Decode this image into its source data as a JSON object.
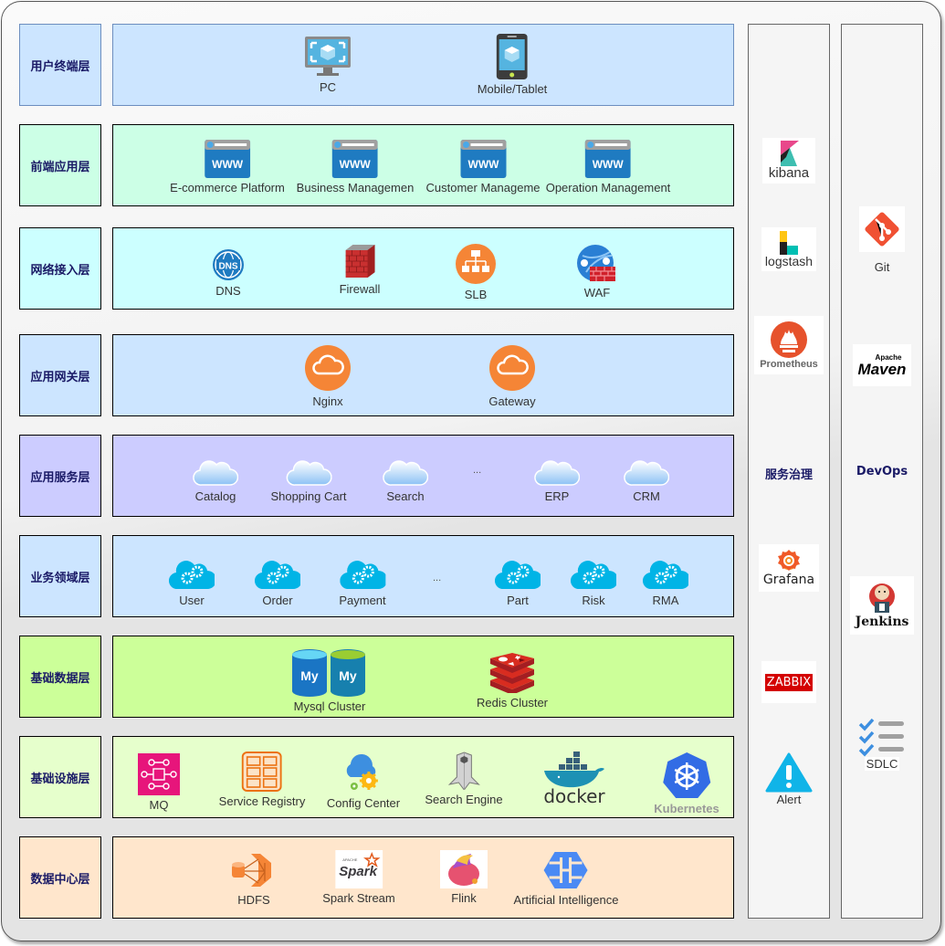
{
  "layers": [
    {
      "name": "用户终端层",
      "fill": "#cce5ff",
      "border": "#6c8ebf",
      "items": [
        {
          "label": "PC",
          "icon": "monitor-icon"
        },
        {
          "label": "Mobile/Tablet",
          "icon": "tablet-icon"
        }
      ]
    },
    {
      "name": "前端应用层",
      "fill": "#ccffe6",
      "border": "#000000",
      "items": [
        {
          "label": "E-commerce Platform",
          "icon": "www-browser-icon"
        },
        {
          "label": "Business Managemen",
          "icon": "www-browser-icon"
        },
        {
          "label": "Customer Manageme",
          "icon": "www-browser-icon"
        },
        {
          "label": "Operation Management",
          "icon": "www-browser-icon"
        }
      ]
    },
    {
      "name": "网络接入层",
      "fill": "#ccffff",
      "border": "#000000",
      "items": [
        {
          "label": "DNS",
          "icon": "dns-globe-icon"
        },
        {
          "label": "Firewall",
          "icon": "firewall-icon"
        },
        {
          "label": "SLB",
          "icon": "load-balancer-icon"
        },
        {
          "label": "WAF",
          "icon": "waf-icon"
        }
      ]
    },
    {
      "name": "应用网关层",
      "fill": "#cce5ff",
      "border": "#000000",
      "items": [
        {
          "label": "Nginx",
          "icon": "orange-cloud-icon"
        },
        {
          "label": "Gateway",
          "icon": "orange-cloud-icon"
        }
      ]
    },
    {
      "name": "应用服务层",
      "fill": "#ccccff",
      "border": "#000000",
      "ellipsis": "...",
      "items": [
        {
          "label": "Catalog",
          "icon": "cloud-icon"
        },
        {
          "label": "Shopping Cart",
          "icon": "cloud-icon"
        },
        {
          "label": "Search",
          "icon": "cloud-icon"
        },
        {
          "label": "ERP",
          "icon": "cloud-icon"
        },
        {
          "label": "CRM",
          "icon": "cloud-icon"
        }
      ]
    },
    {
      "name": "业务领域层",
      "fill": "#cce5ff",
      "border": "#000000",
      "ellipsis": "...",
      "items": [
        {
          "label": "User",
          "icon": "cloud-gear-icon"
        },
        {
          "label": "Order",
          "icon": "cloud-gear-icon"
        },
        {
          "label": "Payment",
          "icon": "cloud-gear-icon"
        },
        {
          "label": "Part",
          "icon": "cloud-gear-icon"
        },
        {
          "label": "Risk",
          "icon": "cloud-gear-icon"
        },
        {
          "label": "RMA",
          "icon": "cloud-gear-icon"
        }
      ]
    },
    {
      "name": "基础数据层",
      "fill": "#ccff99",
      "border": "#000000",
      "items": [
        {
          "label": "Mysql Cluster",
          "icon": "mysql-icon"
        },
        {
          "label": "Redis Cluster",
          "icon": "redis-icon"
        }
      ]
    },
    {
      "name": "基础设施层",
      "fill": "#e6ffcc",
      "border": "#000000",
      "items": [
        {
          "label": "MQ",
          "icon": "message-queue-icon"
        },
        {
          "label": "Service Registry",
          "icon": "registry-icon"
        },
        {
          "label": "Config Center",
          "icon": "config-cloud-icon"
        },
        {
          "label": "Search Engine",
          "icon": "search-engine-icon"
        },
        {
          "label": "docker",
          "icon": "docker-icon"
        },
        {
          "label": "Kubernetes",
          "icon": "kubernetes-icon"
        }
      ]
    },
    {
      "name": "数据中心层",
      "fill": "#ffe6cc",
      "border": "#000000",
      "items": [
        {
          "label": "HDFS",
          "icon": "hdfs-icon"
        },
        {
          "label": "Spark Stream",
          "icon": "spark-icon"
        },
        {
          "label": "Flink",
          "icon": "flink-icon"
        },
        {
          "label": "Artificial Intelligence",
          "icon": "ai-brain-icon"
        }
      ]
    }
  ],
  "governance": {
    "title": "服务治理",
    "tools": [
      {
        "label": "kibana",
        "icon": "kibana-icon"
      },
      {
        "label": "logstash",
        "icon": "logstash-icon"
      },
      {
        "label": "Prometheus",
        "icon": "prometheus-icon"
      },
      {
        "label": "Grafana",
        "icon": "grafana-icon"
      },
      {
        "label": "ZABBIX",
        "icon": "zabbix-icon"
      },
      {
        "label": "Alert",
        "icon": "alert-icon"
      }
    ]
  },
  "devops": {
    "title": "DevOps",
    "tools": [
      {
        "label": "Git",
        "icon": "git-icon"
      },
      {
        "label": "Maven",
        "sublabel": "Apache",
        "icon": "maven-icon"
      },
      {
        "label": "Jenkins",
        "icon": "jenkins-icon"
      },
      {
        "label": "SDLC",
        "icon": "checklist-icon"
      }
    ]
  },
  "colors": {
    "label_text": "#1a1a66",
    "orange": "#f58536",
    "blue": "#1f7bc1",
    "k8s": "#326ce5"
  }
}
